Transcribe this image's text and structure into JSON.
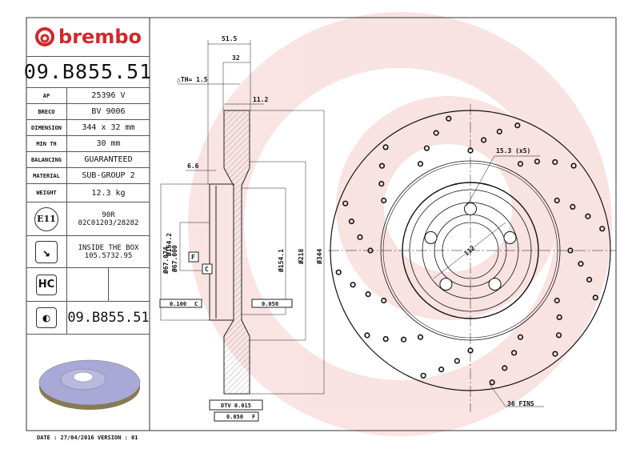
{
  "brand": {
    "name": "brembo",
    "color": "#d3272a"
  },
  "part_number": "09.B855.51",
  "specs": [
    {
      "label": "AP",
      "value": "25396 V"
    },
    {
      "label": "BRECO",
      "value": "BV 9006"
    },
    {
      "label": "DIMENSION",
      "value": "344 x 32 mm"
    },
    {
      "label": "MIN TH",
      "value": "30 mm"
    },
    {
      "label": "BALANCING",
      "value": "GUARANTEED"
    },
    {
      "label": "MATERIAL",
      "value": "SUB-GROUP 2"
    },
    {
      "label": "WEIGHT",
      "value": "12.3 kg"
    }
  ],
  "approval": {
    "icon": "E11",
    "line1": "90R",
    "line2": "02C01203/28282"
  },
  "screws": {
    "icon": "screw-icon",
    "line1": "INSIDE THE BOX",
    "line2": "105.5732.95"
  },
  "hc": {
    "icon": "HC"
  },
  "footer_part_number": "09.B855.51",
  "date": "DATE : 27/04/2016 VERSION : 01",
  "section_view": {
    "dims": {
      "overall_width": "51.5",
      "thickness": "32",
      "delta_th": "△TH= 1.5",
      "offset": "11.2",
      "hat": "6.6",
      "d_hat": "Ø164.2",
      "d_center_1": "Ø67.074",
      "d_center_2": "Ø67.000",
      "d_inner": "Ø154.1",
      "d_218": "Ø218",
      "d_outer": "Ø344"
    },
    "datum_f": "F",
    "datum_c": "C",
    "tol_parallel": "0.100",
    "tol_parallel_ref": "C",
    "tol_flat": "0.050",
    "dtv": "DTV 0.015",
    "runout": "0.050",
    "runout_ref": "F"
  },
  "front_view": {
    "bolt_holes": "15.3 (x5)",
    "pcd": "112",
    "fins": "36 FINS"
  }
}
